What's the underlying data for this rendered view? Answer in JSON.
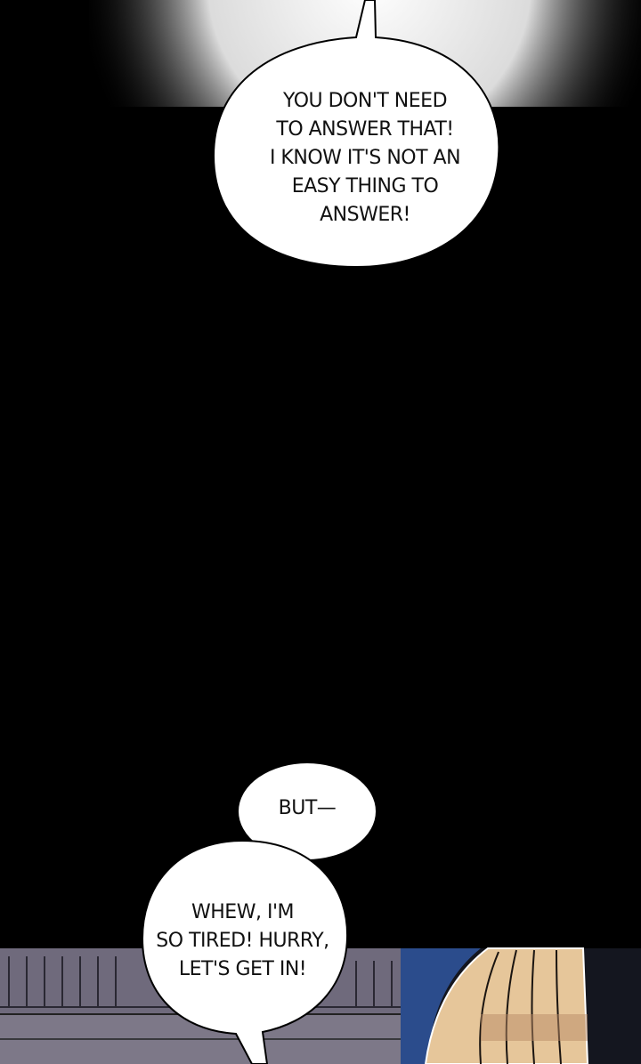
{
  "bubbles": [
    {
      "lines": [
        "YOU DON'T NEED",
        "TO ANSWER THAT!",
        "I KNOW IT'S NOT AN",
        "EASY THING TO",
        "ANSWER!"
      ]
    },
    {
      "lines": [
        "BUT—"
      ]
    },
    {
      "lines": [
        "WHEW, I'M",
        "SO TIRED! HURRY,",
        "LET'S GET IN!"
      ]
    }
  ],
  "colors": {
    "background": "#000000",
    "bubble": "#ffffff",
    "building": "#6f6a7c",
    "sky": "#2b4c8c",
    "hair": "#e6c69a"
  }
}
